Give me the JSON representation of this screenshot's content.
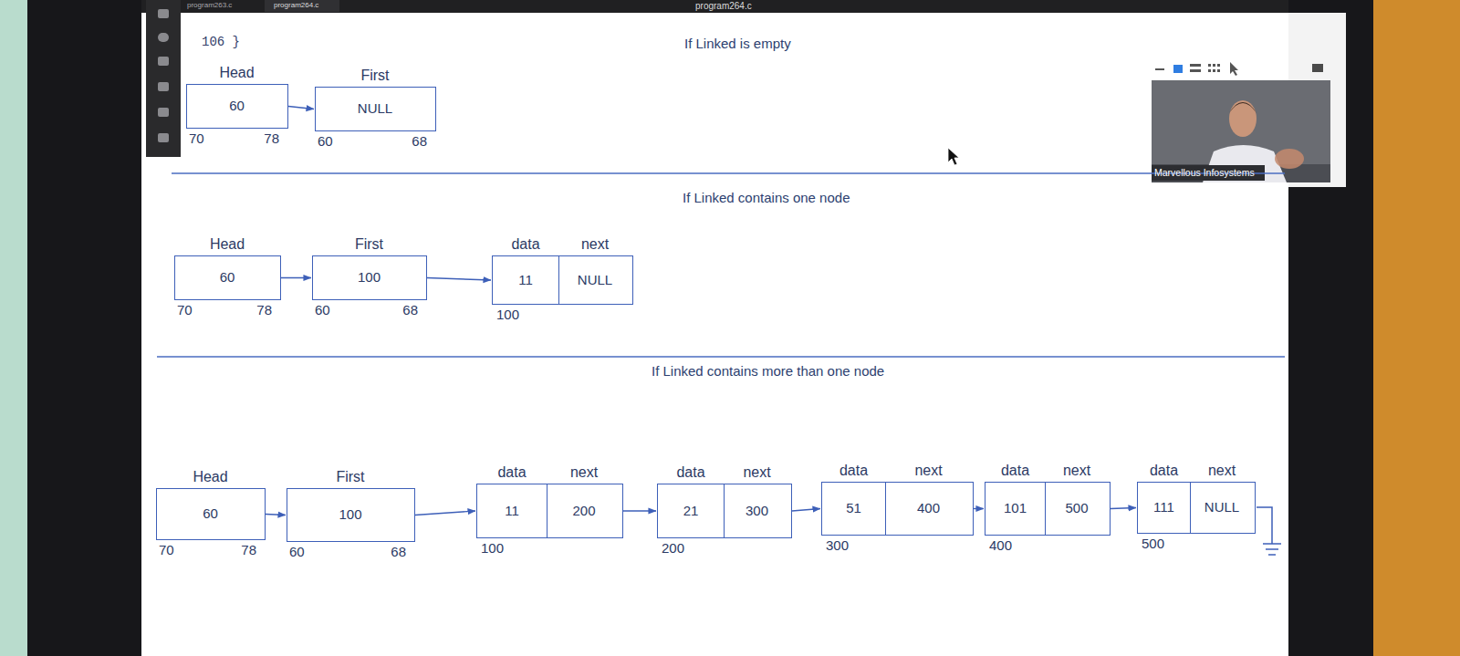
{
  "diagram": {
    "nodes": [
      {
        "text": [
          "Head",
          "60",
          "70",
          "78"
        ]
      },
      {
        "text": [
          "First",
          "NULL",
          "60",
          "68"
        ]
      },
      {
        "text": [
          "Head",
          "60",
          "70",
          "78"
        ]
      },
      {
        "text": [
          "First",
          "100",
          "60",
          "68"
        ]
      },
      {
        "text": [
          "data",
          "next",
          "11",
          "NULL",
          "100"
        ]
      },
      {
        "text": [
          "Head",
          "60",
          "70",
          "78"
        ]
      },
      {
        "text": [
          "First",
          "100",
          "60",
          "68"
        ]
      },
      {
        "text": [
          "data",
          "next",
          "11",
          "200",
          "100"
        ]
      },
      {
        "text": [
          "data",
          "next",
          "21",
          "300",
          "200"
        ]
      },
      {
        "text": [
          "data",
          "next",
          "51",
          "400",
          "300"
        ]
      },
      {
        "text": [
          "data",
          "next",
          "101",
          "500",
          "400"
        ]
      },
      {
        "text": [
          "data",
          "next",
          "111",
          "NULL",
          "500"
        ]
      }
    ],
    "edges": [
      {
        "from": 0,
        "to": 1,
        "arrow": "to"
      },
      {
        "from": 2,
        "to": 3,
        "arrow": "to"
      },
      {
        "from": 3,
        "to": 4,
        "arrow": "to"
      },
      {
        "from": 5,
        "to": 6,
        "arrow": "to"
      },
      {
        "from": 6,
        "to": 7,
        "arrow": "to"
      },
      {
        "from": 7,
        "to": 8,
        "arrow": "to"
      },
      {
        "from": 8,
        "to": 9,
        "arrow": "to"
      },
      {
        "from": 9,
        "to": 10,
        "arrow": "to"
      },
      {
        "from": 10,
        "to": 11,
        "arrow": "to"
      }
    ],
    "labels": [
      "program263.c",
      "program264.c",
      "program264.c",
      "106 }",
      "If Linked is empty",
      "If Linked contains one node",
      "If Linked contains more than one node",
      "Marvellous Infosystems"
    ]
  }
}
